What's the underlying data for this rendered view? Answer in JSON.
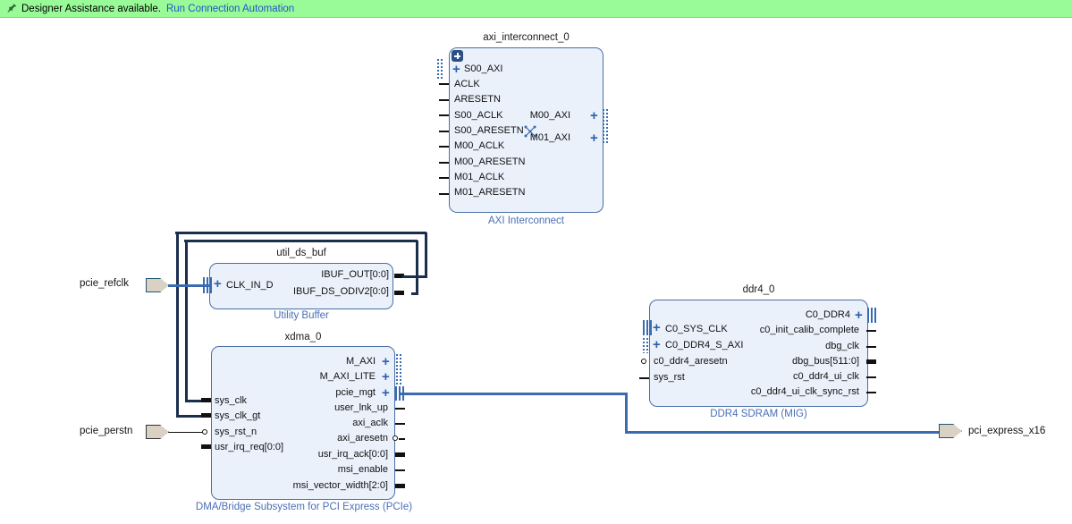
{
  "banner": {
    "icon": "pin-icon",
    "text": "Designer Assistance available.",
    "link": "Run Connection Automation"
  },
  "blocks": [
    {
      "id": "axi_interconnect_0",
      "title": "axi_interconnect_0",
      "subtitle": "AXI Interconnect",
      "left_pins": [
        "S00_AXI",
        "ACLK",
        "ARESETN",
        "S00_ACLK",
        "S00_ARESETN",
        "M00_ACLK",
        "M00_ARESETN",
        "M01_ACLK",
        "M01_ARESETN"
      ],
      "right_pins": [
        "M00_AXI",
        "M01_AXI"
      ]
    },
    {
      "id": "util_ds_buf",
      "title": "util_ds_buf",
      "subtitle": "Utility Buffer",
      "left_pins": [
        "CLK_IN_D"
      ],
      "right_pins": [
        "IBUF_OUT[0:0]",
        "IBUF_DS_ODIV2[0:0]"
      ]
    },
    {
      "id": "xdma_0",
      "title": "xdma_0",
      "subtitle": "DMA/Bridge Subsystem for PCI Express (PCIe)",
      "left_pins": [
        "sys_clk",
        "sys_clk_gt",
        "sys_rst_n",
        "usr_irq_req[0:0]"
      ],
      "right_pins": [
        "M_AXI",
        "M_AXI_LITE",
        "pcie_mgt",
        "user_lnk_up",
        "axi_aclk",
        "axi_aresetn",
        "usr_irq_ack[0:0]",
        "msi_enable",
        "msi_vector_width[2:0]"
      ]
    },
    {
      "id": "ddr4_0",
      "title": "ddr4_0",
      "subtitle": "DDR4 SDRAM (MIG)",
      "left_pins": [
        "C0_SYS_CLK",
        "C0_DDR4_S_AXI",
        "c0_ddr4_aresetn",
        "sys_rst"
      ],
      "right_pins": [
        "C0_DDR4",
        "c0_init_calib_complete",
        "dbg_clk",
        "dbg_bus[511:0]",
        "c0_ddr4_ui_clk",
        "c0_ddr4_ui_clk_sync_rst"
      ]
    }
  ],
  "ports": [
    {
      "id": "pcie_refclk",
      "label": "pcie_refclk"
    },
    {
      "id": "pcie_perstn",
      "label": "pcie_perstn"
    },
    {
      "id": "pci_express_x16",
      "label": "pci_express_x16"
    }
  ],
  "colors": {
    "banner_bg": "#98fb98",
    "link": "#2255cc",
    "block_fill": "#eaf1fb",
    "block_border": "#4a6fa5",
    "subtitle": "#4a6fb5",
    "wire_blue": "#3a6bb0",
    "wire_dark": "#1b2f4d",
    "port_fill": "#d9d2c4",
    "port_border": "#20566b",
    "canvas_bg": "#ffffff"
  }
}
